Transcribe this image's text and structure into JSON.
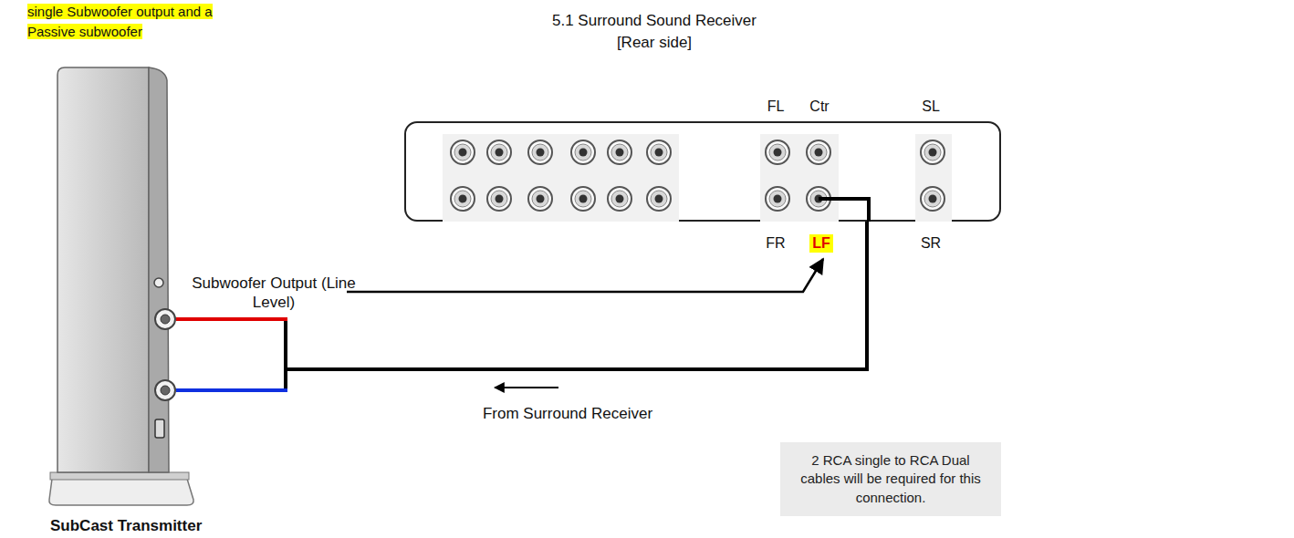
{
  "diagram": {
    "nodes": [
      {
        "text": [
          "5.1 Surround Sound Receiver [Rear side]"
        ]
      },
      {
        "text": [
          "SubCast Transmitter"
        ]
      },
      {
        "text": [
          "2 RCA single to RCA Dual cables will be required for this connection."
        ]
      }
    ],
    "edges": [
      {
        "from": 0,
        "to": 1,
        "arrow": "none"
      }
    ],
    "labels": [
      "single Subwoofer output and a Passive subwoofer",
      "FL",
      "Ctr",
      "SL",
      "FR",
      "LF",
      "SR",
      "Subwoofer Output (Line Level)",
      "From Surround Receiver"
    ]
  }
}
